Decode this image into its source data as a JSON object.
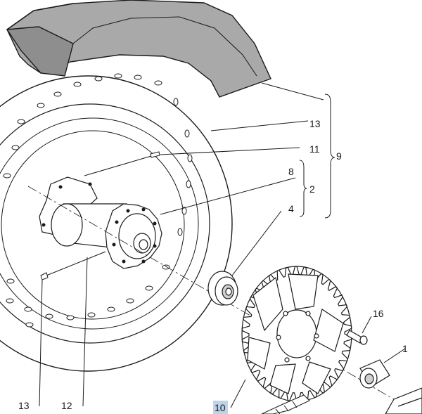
{
  "callouts": {
    "c13_top": "13",
    "c11": "11",
    "c9": "9",
    "c8": "8",
    "c2": "2",
    "c4": "4",
    "c16": "16",
    "c1": "1",
    "c13_bottom": "13",
    "c12": "12",
    "c10": "10"
  },
  "colors": {
    "line": "#1a1a1a",
    "tyre_fill": "#a9a9a9",
    "highlight": "#bcd3ea"
  }
}
